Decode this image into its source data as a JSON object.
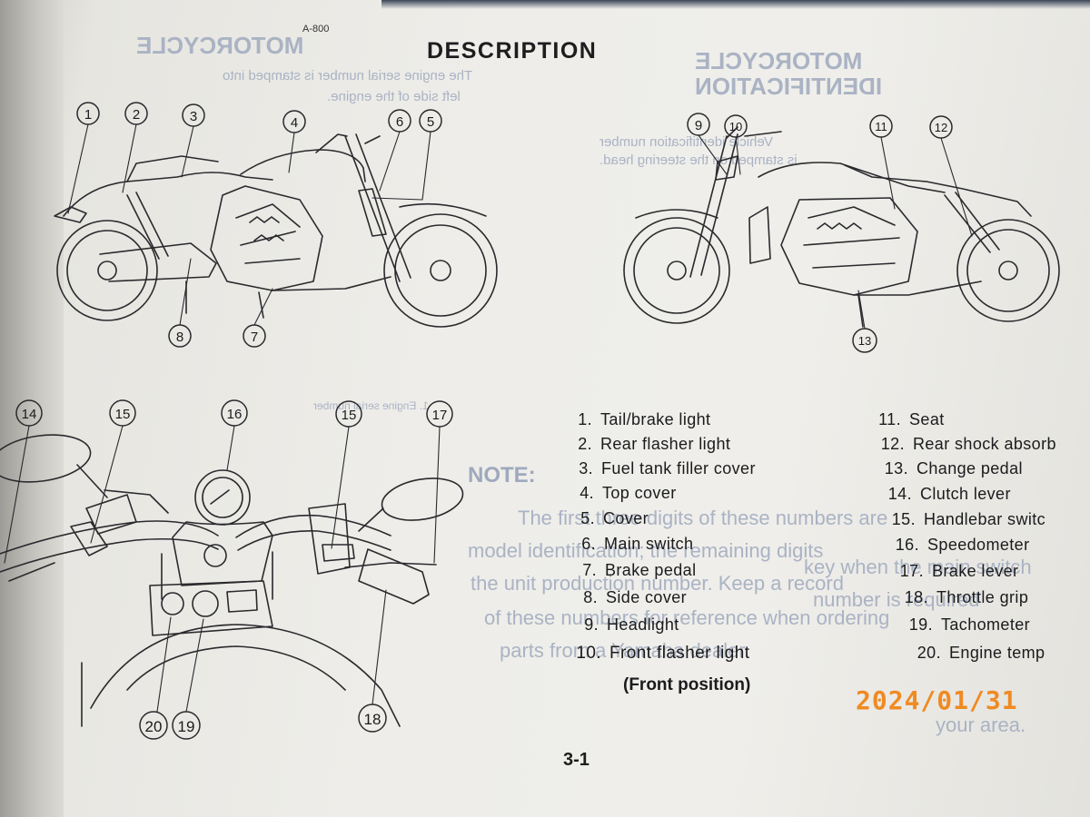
{
  "page": {
    "code": "A-800",
    "title": "DESCRIPTION",
    "page_number": "3-1",
    "date_stamp": "2024/01/31"
  },
  "callouts": [
    "1",
    "2",
    "3",
    "4",
    "5",
    "6",
    "7",
    "8",
    "9",
    "10",
    "11",
    "12",
    "13",
    "14",
    "15",
    "16",
    "17",
    "18",
    "19",
    "20"
  ],
  "parts_left": [
    {
      "num": "1.",
      "label": "Tail/brake light"
    },
    {
      "num": "2.",
      "label": "Rear flasher light"
    },
    {
      "num": "3.",
      "label": "Fuel tank filler cover"
    },
    {
      "num": "4.",
      "label": "Top cover"
    },
    {
      "num": "5.",
      "label": "Cover"
    },
    {
      "num": "6.",
      "label": "Main switch"
    },
    {
      "num": "7.",
      "label": "Brake pedal"
    },
    {
      "num": "8.",
      "label": "Side cover"
    },
    {
      "num": "9.",
      "label": "Headlight"
    },
    {
      "num": "10.",
      "label": "Front flasher light"
    }
  ],
  "parts_left_note": "(Front position)",
  "parts_right": [
    {
      "num": "11.",
      "label": "Seat"
    },
    {
      "num": "12.",
      "label": "Rear shock absorb"
    },
    {
      "num": "13.",
      "label": "Change pedal"
    },
    {
      "num": "14.",
      "label": "Clutch lever"
    },
    {
      "num": "15.",
      "label": "Handlebar switc"
    },
    {
      "num": "16.",
      "label": "Speedometer"
    },
    {
      "num": "17.",
      "label": "Brake lever"
    },
    {
      "num": "18.",
      "label": "Throttle grip"
    },
    {
      "num": "19.",
      "label": "Tachometer"
    },
    {
      "num": "20.",
      "label": "Engine temp"
    }
  ],
  "bleed_left_page": [
    "The engine serial number is stamped into",
    "left side of the engine.",
    "1.  Engine serial number",
    "NOTE:",
    "The first three digits of these numbers are",
    "model identification; the remaining digits",
    "the unit production number. Keep a record",
    "of these numbers for reference when ordering",
    "parts from a Yamaha dealer."
  ],
  "bleed_right_page": [
    "MOTORCYCLE",
    "IDENTIFICATION",
    "Vehicle identification number",
    "is stamped on the steering head.",
    "key when the main switch",
    "number is required",
    "your area."
  ],
  "colors": {
    "ink": "#1b1b1d",
    "bleed": "#aab3c4",
    "stamp": "#f08a22",
    "paper": "#eeede9"
  }
}
